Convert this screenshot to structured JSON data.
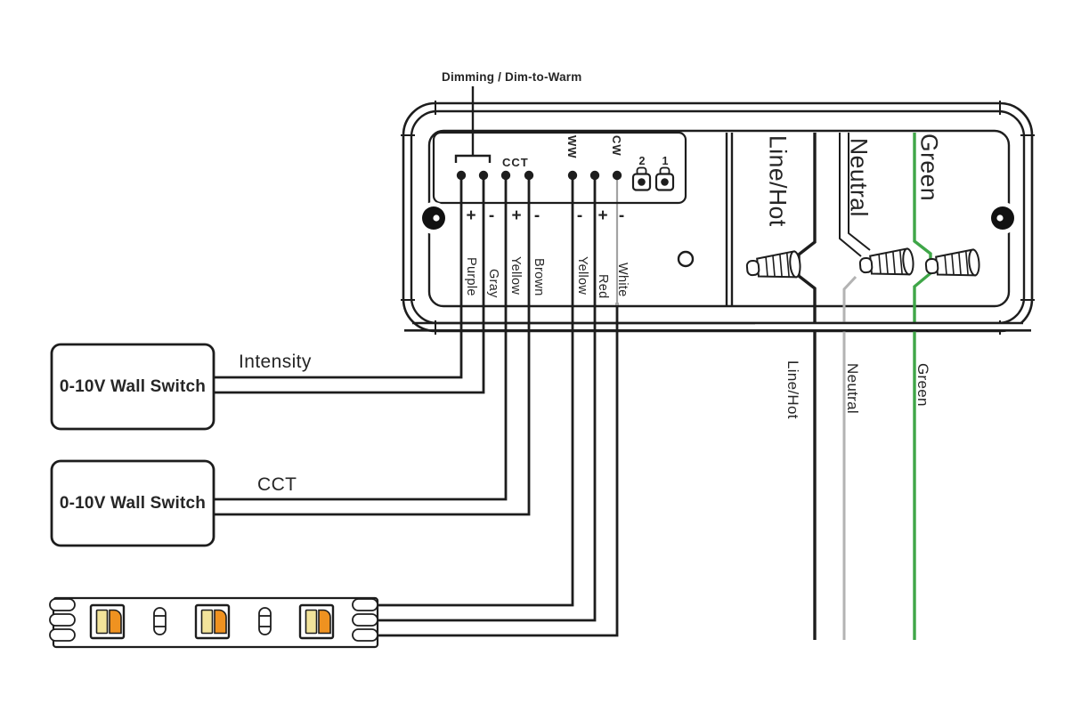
{
  "diagram": {
    "top_label": "Dimming / Dim-to-Warm",
    "wall_switches": [
      {
        "label": "0-10V Wall Switch",
        "wire_label": "Intensity"
      },
      {
        "label": "0-10V Wall Switch",
        "wire_label": "CCT"
      }
    ],
    "driver": {
      "terminal_labels": {
        "cct": "CCT",
        "ww": "WW",
        "cw": "CW",
        "jumper_left": "2",
        "jumper_right": "1"
      },
      "terminal_signs": [
        "+",
        "-",
        "+",
        "-",
        "-",
        "+",
        "-"
      ],
      "terminal_wires": [
        "Purple",
        "Gray",
        "Yellow",
        "Brown",
        "Yellow",
        "Red",
        "White"
      ],
      "compartments": {
        "line": "Line/Hot",
        "neutral": "Neutral",
        "ground": "Green"
      }
    },
    "output_wires": {
      "line": "Line/Hot",
      "neutral": "Neutral",
      "ground": "Green"
    }
  },
  "colors": {
    "ink": "#1d1d1d",
    "green_wire": "#3fa648",
    "neutral_wire": "#b3b3b3",
    "white_wire": "#a3a3a3",
    "led_yellow": "#f2e39a",
    "led_orange": "#ef9220"
  }
}
